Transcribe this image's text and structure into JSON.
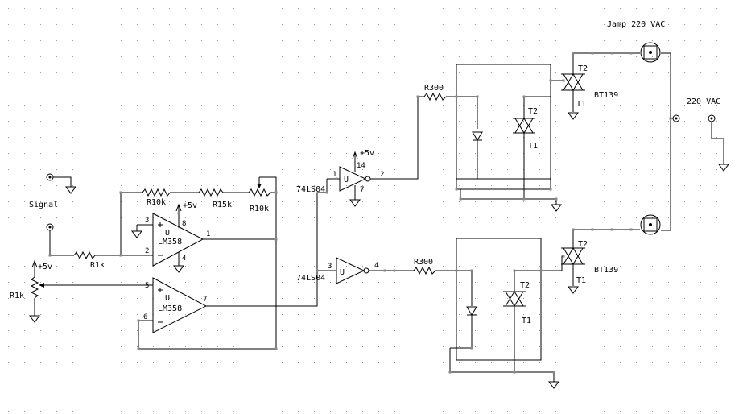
{
  "labels": {
    "lamp": "Jamp 220 VAC",
    "vac": "220 VAC",
    "signal": "Signal",
    "r_in": "R1k",
    "r_pot_l": "R1k",
    "plus5_l": "+5v",
    "r10k_a": "R10k",
    "plus5_op": "+5v",
    "r15k": "R15k",
    "r10k_b": "R10k",
    "op1_u": "U",
    "op1_name": "LM358",
    "op1_p3": "3",
    "op1_p2": "2",
    "op1_p8": "8",
    "op1_p4": "4",
    "op1_p1": "1",
    "op2_u": "U",
    "op2_name": "LM358",
    "op2_p5": "5",
    "op2_p6": "6",
    "op2_p7": "7",
    "inv1_name": "74LS04",
    "inv1_u": "U",
    "inv1_p1": "1",
    "inv1_p2": "2",
    "inv1_p14": "14",
    "inv1_p7": "7",
    "plus5_inv": "+5v",
    "inv2_name": "74LS04",
    "inv2_u": "U",
    "inv2_p3": "3",
    "inv2_p4": "4",
    "r300_a": "R300",
    "r300_b": "R300",
    "opto_t2_a": "T2",
    "opto_t1_a": "T1",
    "opto_t2_b": "T2",
    "opto_t1_b": "T1",
    "triac_t2_a": "T2",
    "triac_t1_a": "T1",
    "triac_name_a": "BT139",
    "triac_t2_b": "T2",
    "triac_t1_b": "T1",
    "triac_name_b": "BT139"
  },
  "colors": {
    "wire": "#000000",
    "grid_dot": "#9a9a9a",
    "node": "#8a8a8a"
  }
}
